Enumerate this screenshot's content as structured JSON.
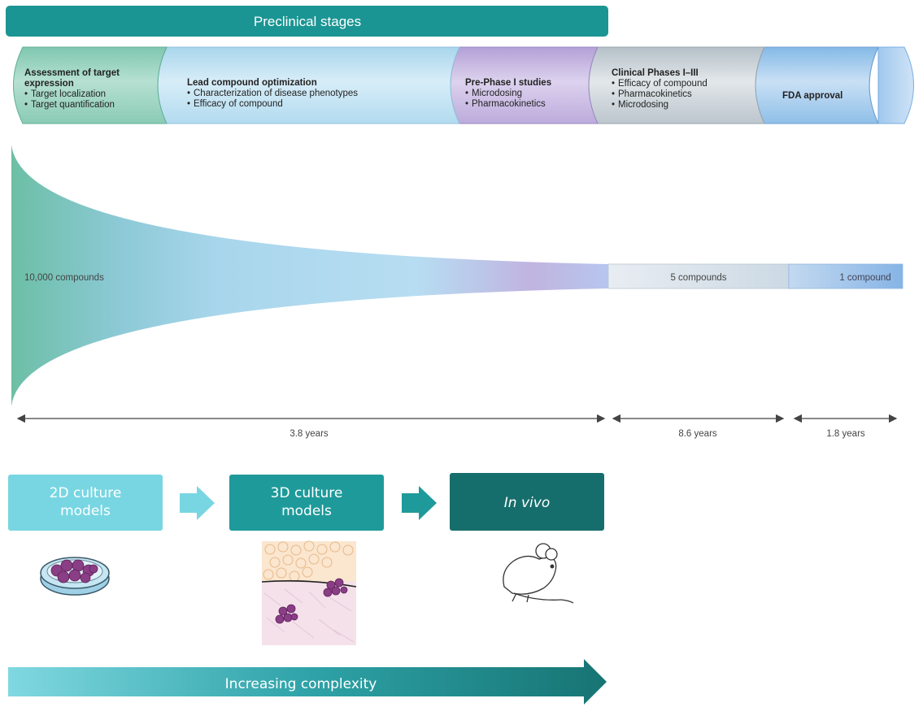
{
  "header": {
    "title": "Preclinical stages"
  },
  "pipeline": {
    "stages": [
      {
        "title": "Assessment of target expression",
        "title_lines": [
          "Assessment of target",
          "expression"
        ],
        "items": [
          "Target localization",
          "Target quantification"
        ]
      },
      {
        "title": "Lead compound optimization",
        "title_lines": [
          "Lead compound optimization"
        ],
        "items": [
          "Characterization of disease phenotypes",
          "Efficacy of compound"
        ]
      },
      {
        "title": "Pre-Phase I studies",
        "title_lines": [
          "Pre-Phase I studies"
        ],
        "items": [
          "Microdosing",
          "Pharmacokinetics"
        ]
      },
      {
        "title": "Clinical Phases I–III",
        "title_lines": [
          "Clinical Phases I–III"
        ],
        "items": [
          "Efficacy of compound",
          "Pharmacokinetics",
          "Microdosing"
        ]
      },
      {
        "title": "FDA approval",
        "title_lines": [
          "FDA approval"
        ],
        "items": []
      }
    ]
  },
  "funnel": {
    "compounds": [
      {
        "label": "10,000 compounds",
        "count": 10000
      },
      {
        "label": "5 compounds",
        "count": 5
      },
      {
        "label": "1 compound",
        "count": 1
      }
    ]
  },
  "timeline": {
    "durations": [
      {
        "label": "3.8 years",
        "years": 3.8
      },
      {
        "label": "8.6 years",
        "years": 8.6
      },
      {
        "label": "1.8 years",
        "years": 1.8
      }
    ]
  },
  "models": {
    "items": [
      {
        "lines": [
          "2D culture",
          "models"
        ],
        "icon": "petri-dish-icon"
      },
      {
        "lines": [
          "3D culture",
          "models"
        ],
        "icon": "tissue-section-icon"
      },
      {
        "lines": [
          "In vivo"
        ],
        "icon": "mouse-icon"
      }
    ]
  },
  "complexity": {
    "label": "Increasing complexity"
  },
  "colors": {
    "banner": "#1a9593",
    "target_green": "#9fd6c3",
    "lead_blue": "#c6e5f3",
    "prephase_purple": "#c9b7e1",
    "clinical_gray": "#cfd7dc",
    "fda_blue": "#a7cdee",
    "model_2d": "#78d6e2",
    "model_3d": "#1f9a9a",
    "model_invivo": "#166e6c"
  }
}
